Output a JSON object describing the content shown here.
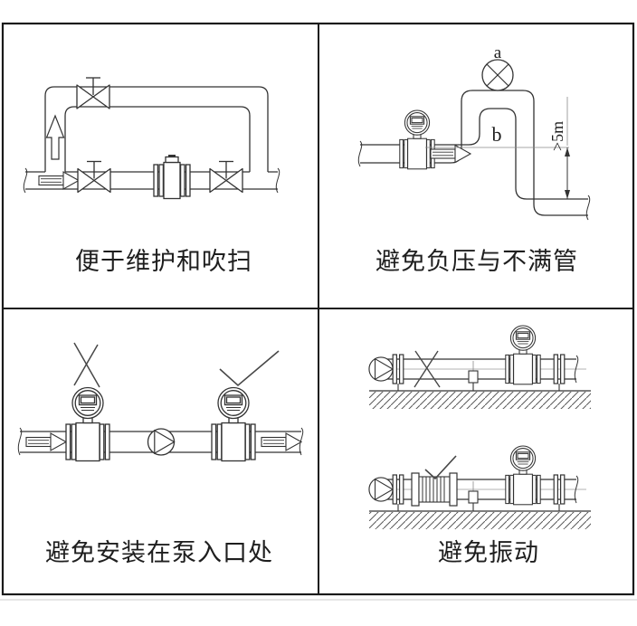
{
  "colors": {
    "ink": "#333333",
    "frame": "#1a1a1a",
    "background": "#ffffff",
    "mark": "#474747"
  },
  "panels": [
    {
      "id": "maintenance-bypass",
      "caption": "便于维护和吹扫"
    },
    {
      "id": "negative-pressure",
      "caption": "避免负压与不满管",
      "labels": {
        "vent_valve": "a",
        "high_point": "b",
        "min_height": ">5m"
      }
    },
    {
      "id": "pump-inlet",
      "caption": "避免安装在泵入口处"
    },
    {
      "id": "vibration",
      "caption": "避免振动"
    }
  ]
}
